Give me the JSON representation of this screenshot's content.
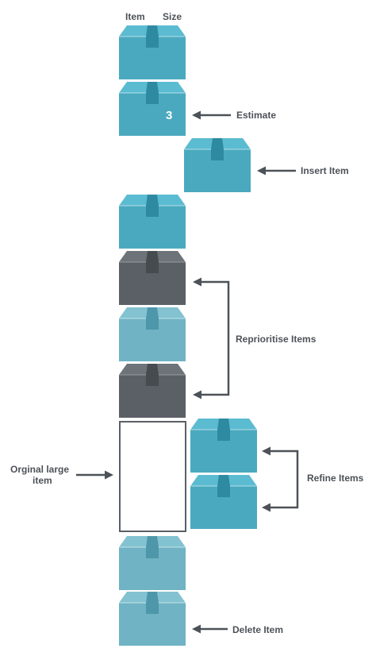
{
  "headers": {
    "item": "Item",
    "size": "Size"
  },
  "estimate_value": "3",
  "labels": {
    "estimate": "Estimate",
    "insert_item": "Insert Item",
    "reprioritise_items": "Reprioritise Items",
    "original_large_item_line1": "Orginal large",
    "original_large_item_line2": "item",
    "refine_items": "Refine Items",
    "delete_item": "Delete Item"
  },
  "colors": {
    "teal": "#4aa9bf",
    "teal_top": "#5bbbd1",
    "teal_tab": "#2e8aa0",
    "light_teal": "#6fb3c4",
    "light_teal_top": "#83c2d1",
    "light_teal_tab": "#4e97aa",
    "dark_gray": "#5a6066",
    "dark_gray_top": "#6d7378",
    "dark_gray_tab": "#464b50",
    "text": "#4d5258"
  }
}
